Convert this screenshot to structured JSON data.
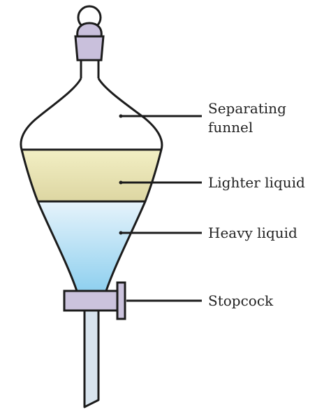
{
  "labels": {
    "separating_funnel_line1": "Separating",
    "separating_funnel_line2": "funnel",
    "lighter_liquid": "Lighter liquid",
    "heavy_liquid": "Heavy liquid",
    "stopcock": "Stopcock"
  },
  "colors": {
    "outline": "#1c1c1c",
    "stopper": "#c9c0dc",
    "lighter_liquid_top": "#f2efc4",
    "lighter_liquid_bottom": "#ddd6a2",
    "heavy_liquid_top": "#e6f3fb",
    "heavy_liquid_bottom": "#8fd0ef",
    "stopcock": "#cbc3dd",
    "stem": "#d8e4ee"
  }
}
